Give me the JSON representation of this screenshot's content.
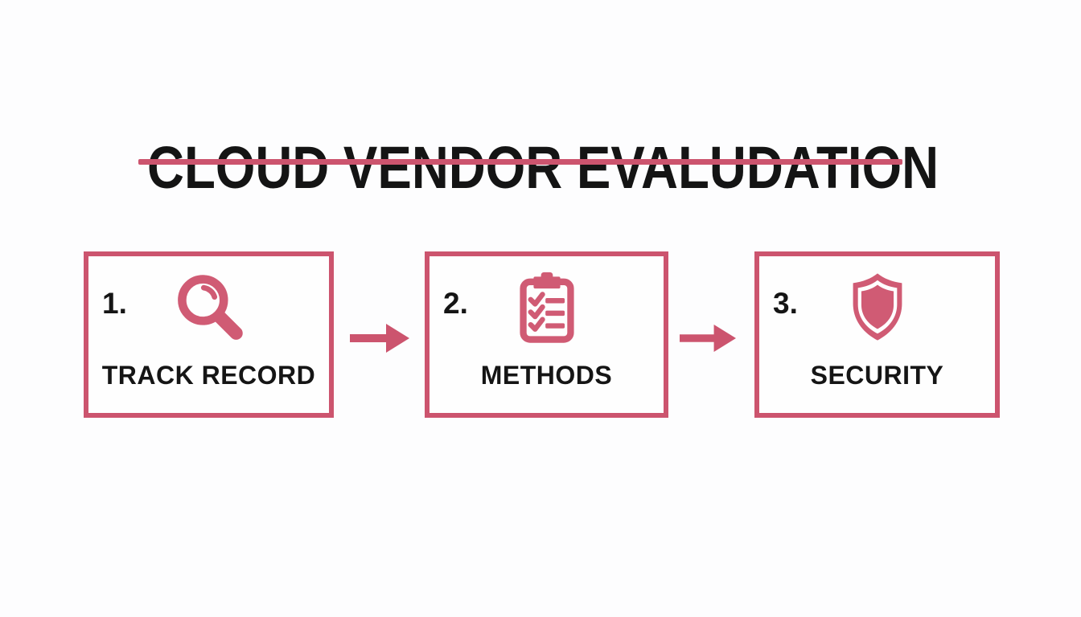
{
  "title": {
    "text": "CLOUD VENDOR EVALUDATION"
  },
  "colors": {
    "accent": "#cc546e",
    "icon": "#d05b74",
    "text": "#151515",
    "background": "#fdfdfe"
  },
  "steps": [
    {
      "number": "1.",
      "label": "TRACK RECORD",
      "icon": "magnifier-icon"
    },
    {
      "number": "2.",
      "label": "METHODS",
      "icon": "checklist-clipboard-icon"
    },
    {
      "number": "3.",
      "label": "SECURITY",
      "icon": "shield-icon"
    }
  ]
}
